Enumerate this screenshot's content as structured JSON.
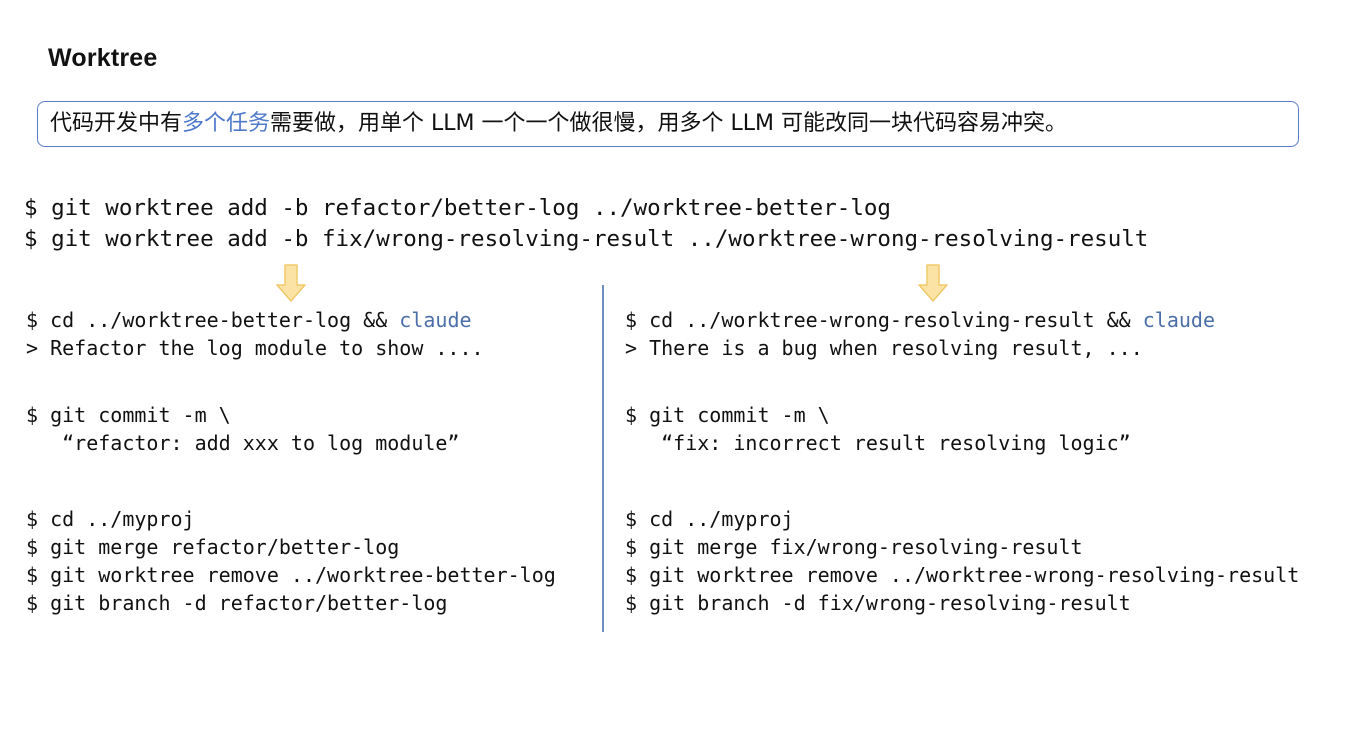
{
  "title": "Worktree",
  "callout": {
    "pre": "代码开发中有",
    "highlight": "多个任务",
    "post": "需要做，用单个 LLM 一个一个做很慢，用多个 LLM 可能改同一块代码容易冲突。"
  },
  "top_commands": [
    "$ git worktree add -b refactor/better-log ../worktree-better-log",
    "$ git worktree add -b fix/wrong-resolving-result ../worktree-wrong-resolving-result"
  ],
  "left": {
    "cd_claude_prefix": "$ cd ../worktree-better-log && ",
    "claude": "claude",
    "prompt": "> Refactor the log module to show ....",
    "commit": "$ git commit -m \\",
    "commit_msg": "   “refactor: add xxx to log module”",
    "cleanup": [
      "$ cd ../myproj",
      "$ git merge refactor/better-log",
      "$ git worktree remove ../worktree-better-log",
      "$ git branch -d refactor/better-log"
    ]
  },
  "right": {
    "cd_claude_prefix": "$ cd ../worktree-wrong-resolving-result && ",
    "claude": "claude",
    "prompt": "> There is a bug when resolving result, ...",
    "commit": "$ git commit -m \\",
    "commit_msg": "   “fix: incorrect result resolving logic”",
    "cleanup": [
      "$ cd ../myproj",
      "$ git merge fix/wrong-resolving-result",
      "$ git worktree remove ../worktree-wrong-resolving-result",
      "$ git branch -d fix/wrong-resolving-result"
    ]
  },
  "colors": {
    "accent": "#4f79c9",
    "claude": "#4b6fa8",
    "arrow_fill": "#fbe3a6",
    "arrow_stroke": "#f1c96a",
    "divider": "#6f8ec2"
  },
  "icons": [
    "down-arrow-icon",
    "down-arrow-icon"
  ]
}
